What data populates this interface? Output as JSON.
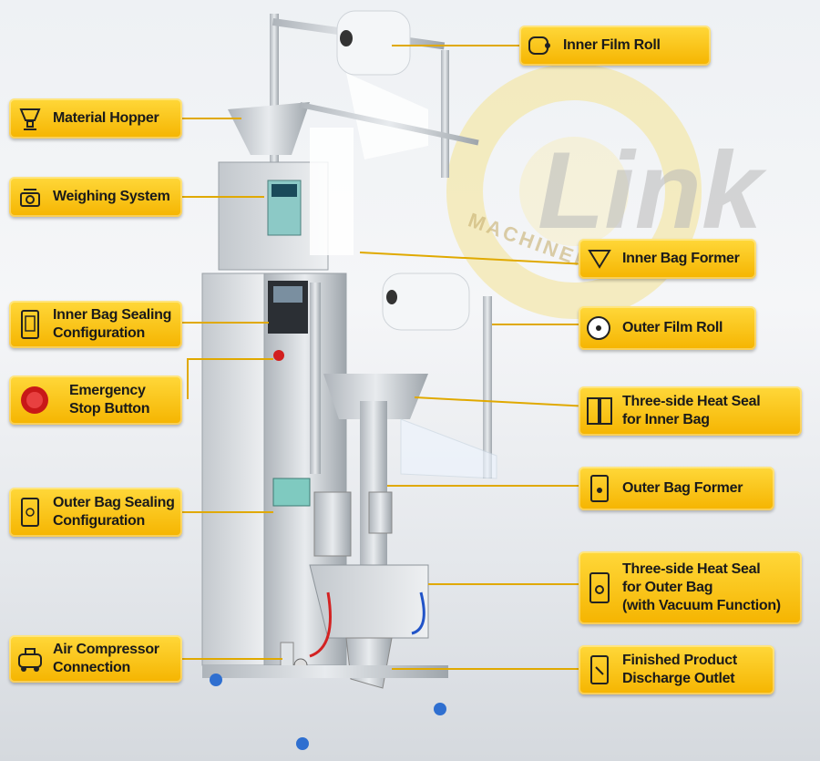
{
  "watermark": {
    "brand": "Link",
    "sub": "MACHINERY"
  },
  "labels": {
    "inner_film_roll": "Inner Film Roll",
    "material_hopper": "Material Hopper",
    "weighing_system": "Weighing System",
    "inner_bag_former": "Inner Bag Former",
    "inner_bag_sealing_1": "Inner Bag Sealing",
    "inner_bag_sealing_2": "Configuration",
    "outer_film_roll": "Outer Film Roll",
    "emergency_1": "Emergency",
    "emergency_2": "Stop Button",
    "three_side_inner_1": "Three-side Heat Seal",
    "three_side_inner_2": "for Inner Bag",
    "outer_bag_former": "Outer Bag Former",
    "outer_bag_sealing_1": "Outer Bag Sealing",
    "outer_bag_sealing_2": "Configuration",
    "three_side_outer_1": "Three-side Heat Seal",
    "three_side_outer_2": "for Outer Bag",
    "three_side_outer_3": "(with Vacuum Function)",
    "air_compressor_1": "Air Compressor",
    "air_compressor_2": "Connection",
    "discharge_1": "Finished Product",
    "discharge_2": "Discharge Outlet"
  },
  "colors": {
    "label_fill": "#f5b400",
    "leader": "#e0a900",
    "machine": "#c9ced4"
  }
}
